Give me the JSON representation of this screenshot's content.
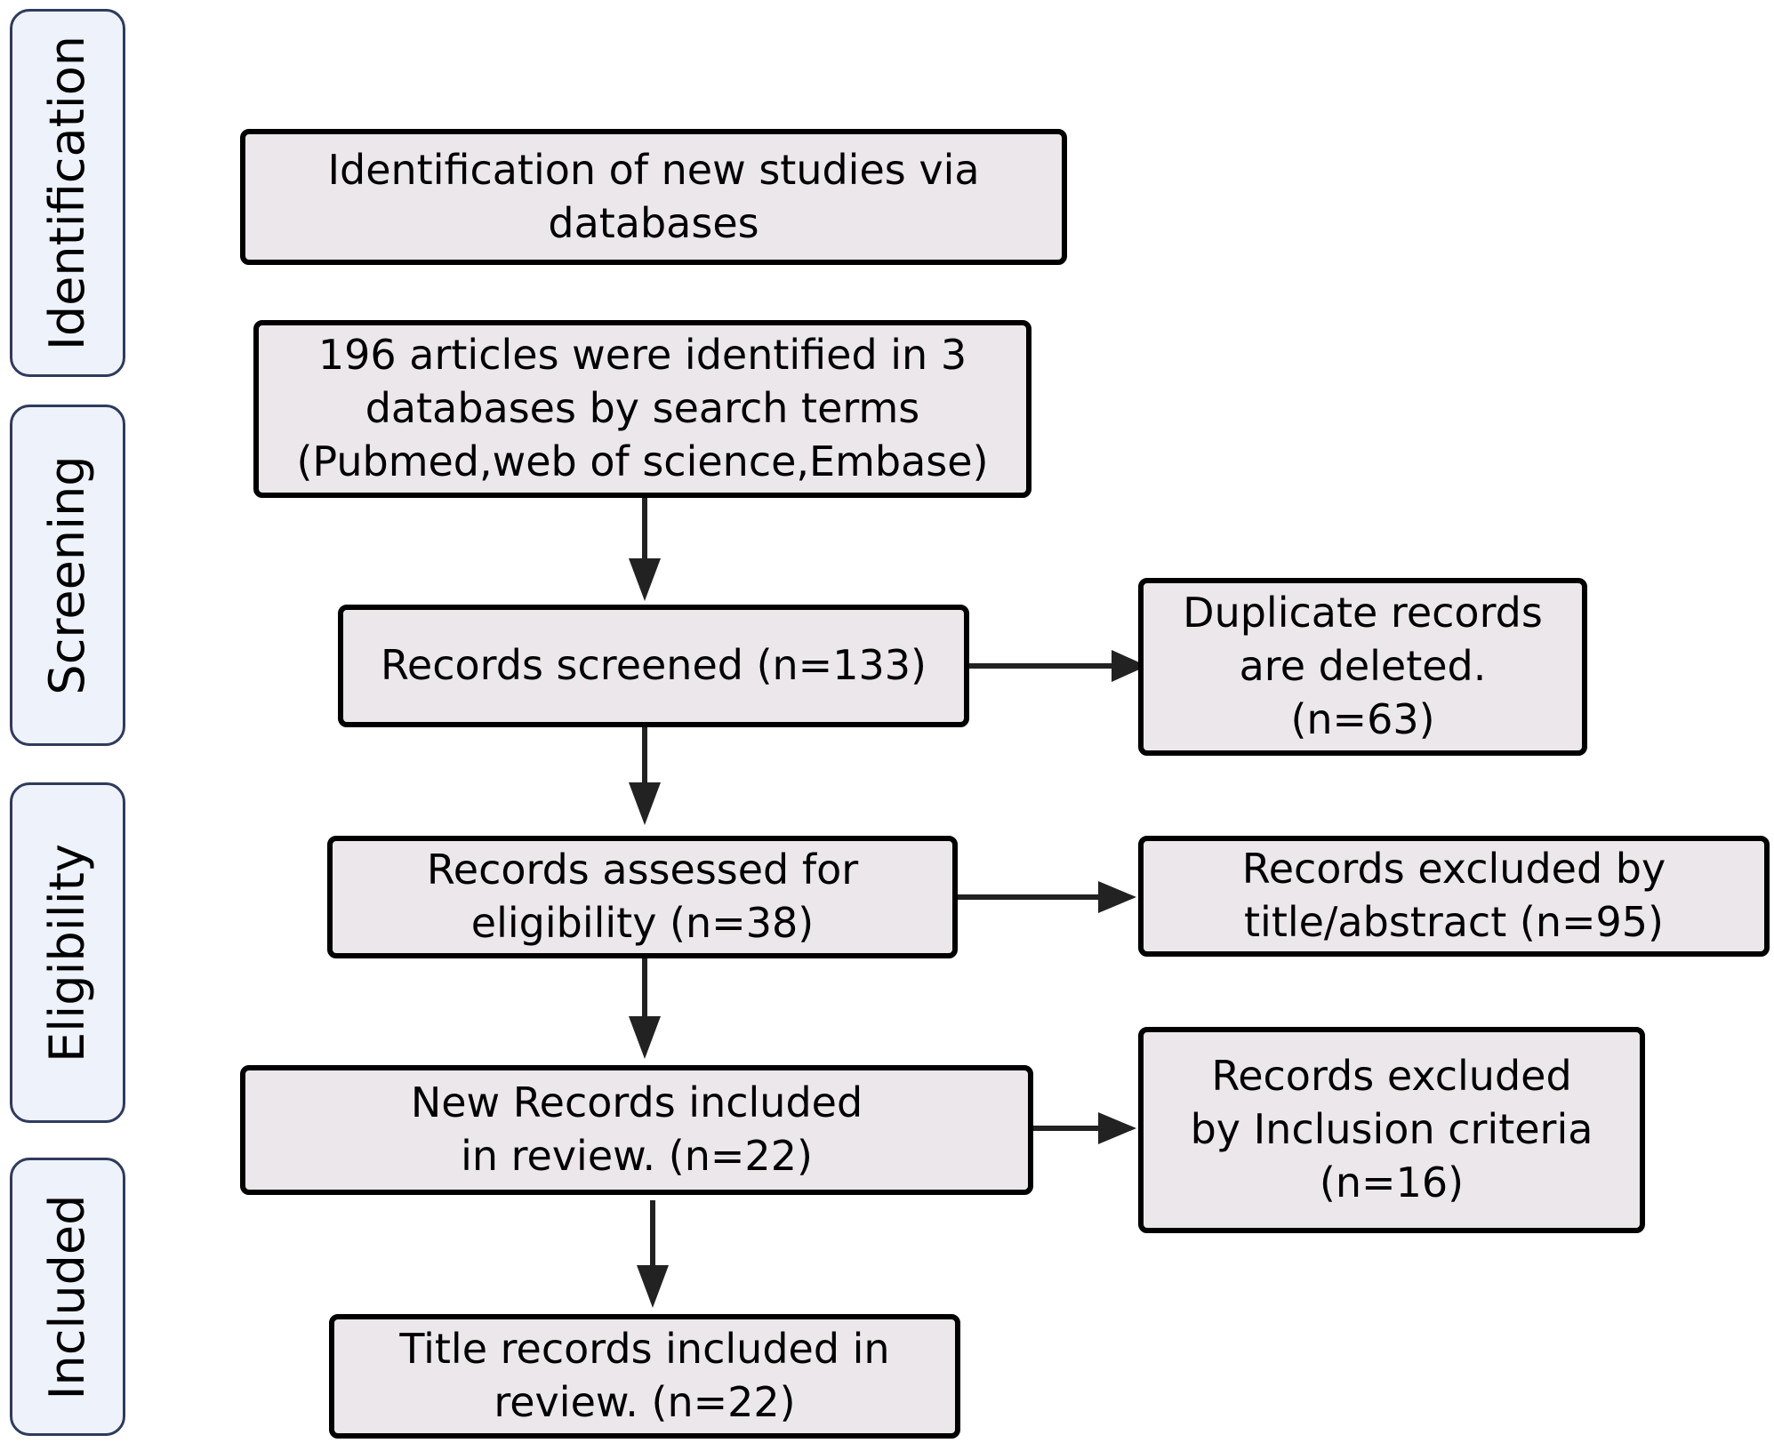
{
  "stages": {
    "identification": "Identification",
    "screening": "Screening",
    "eligibility": "Eligibility",
    "included": "Included"
  },
  "boxes": {
    "identification_source": "Identification of new studies via\ndatabases",
    "articles_identified": "196 articles were identified in 3\ndatabases by search terms\n(Pubmed,web of science,Embase)",
    "records_screened": "Records screened (n=133)",
    "duplicates_deleted": "Duplicate records\nare deleted.\n(n=63)",
    "assessed_eligibility": "Records assessed for\neligibility (n=38)",
    "excluded_title_abstract": "Records excluded by\ntitle/abstract  (n=95)",
    "new_records_included": "New Records included\nin review. (n=22)",
    "excluded_inclusion_criteria": "Records excluded\nby Inclusion criteria\n(n=16)",
    "title_records_included": "Title records included in\nreview. (n=22)"
  }
}
